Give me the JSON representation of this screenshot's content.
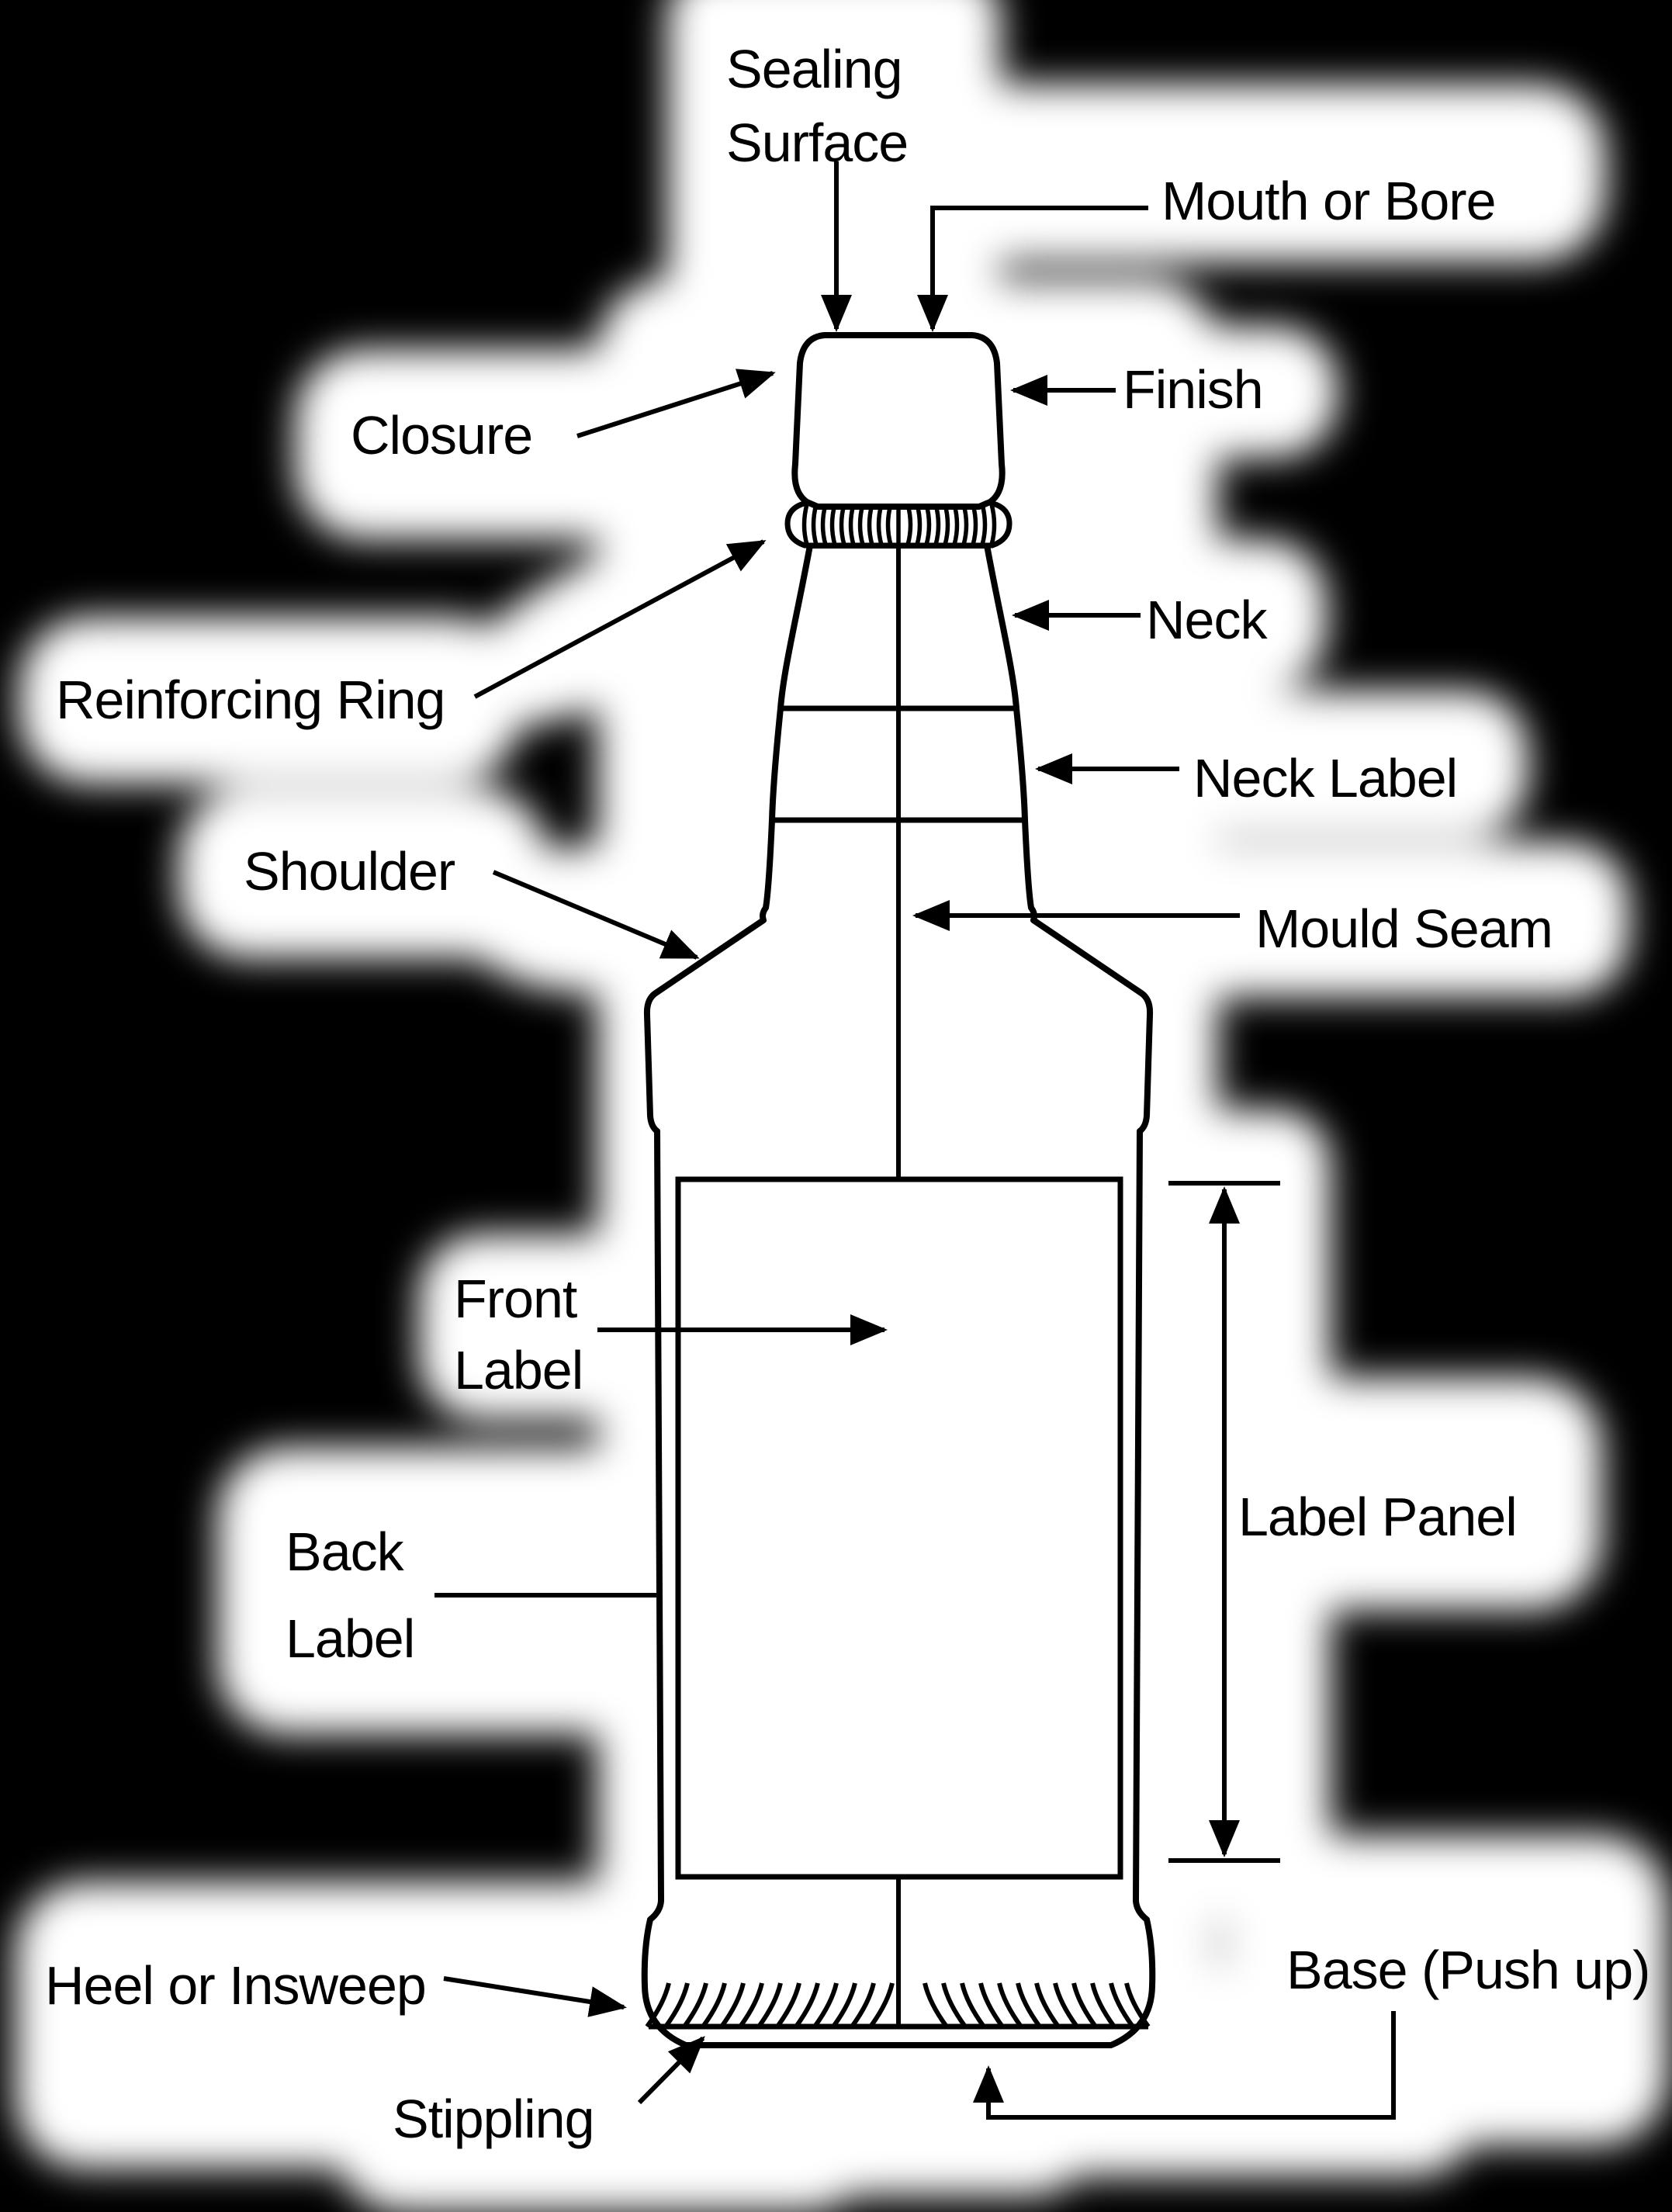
{
  "title": "Bottle anatomy diagram",
  "colors": {
    "background": "#000000",
    "blob": "#ffffff",
    "line": "#000000",
    "text": "#000000"
  },
  "labels": {
    "sealing_surface": {
      "line1": "Sealing",
      "line2": "Surface"
    },
    "mouth_or_bore": "Mouth or Bore",
    "closure": "Closure",
    "finish": "Finish",
    "reinforcing_ring": "Reinforcing Ring",
    "neck": "Neck",
    "neck_label": "Neck Label",
    "shoulder": "Shoulder",
    "mould_seam": "Mould Seam",
    "front_label": {
      "line1": "Front",
      "line2": "Label"
    },
    "back_label": {
      "line1": "Back",
      "line2": "Label"
    },
    "label_panel": "Label Panel",
    "heel_or_insweep": "Heel or Insweep",
    "stippling": "Stippling",
    "base_push_up": "Base (Push up)"
  }
}
